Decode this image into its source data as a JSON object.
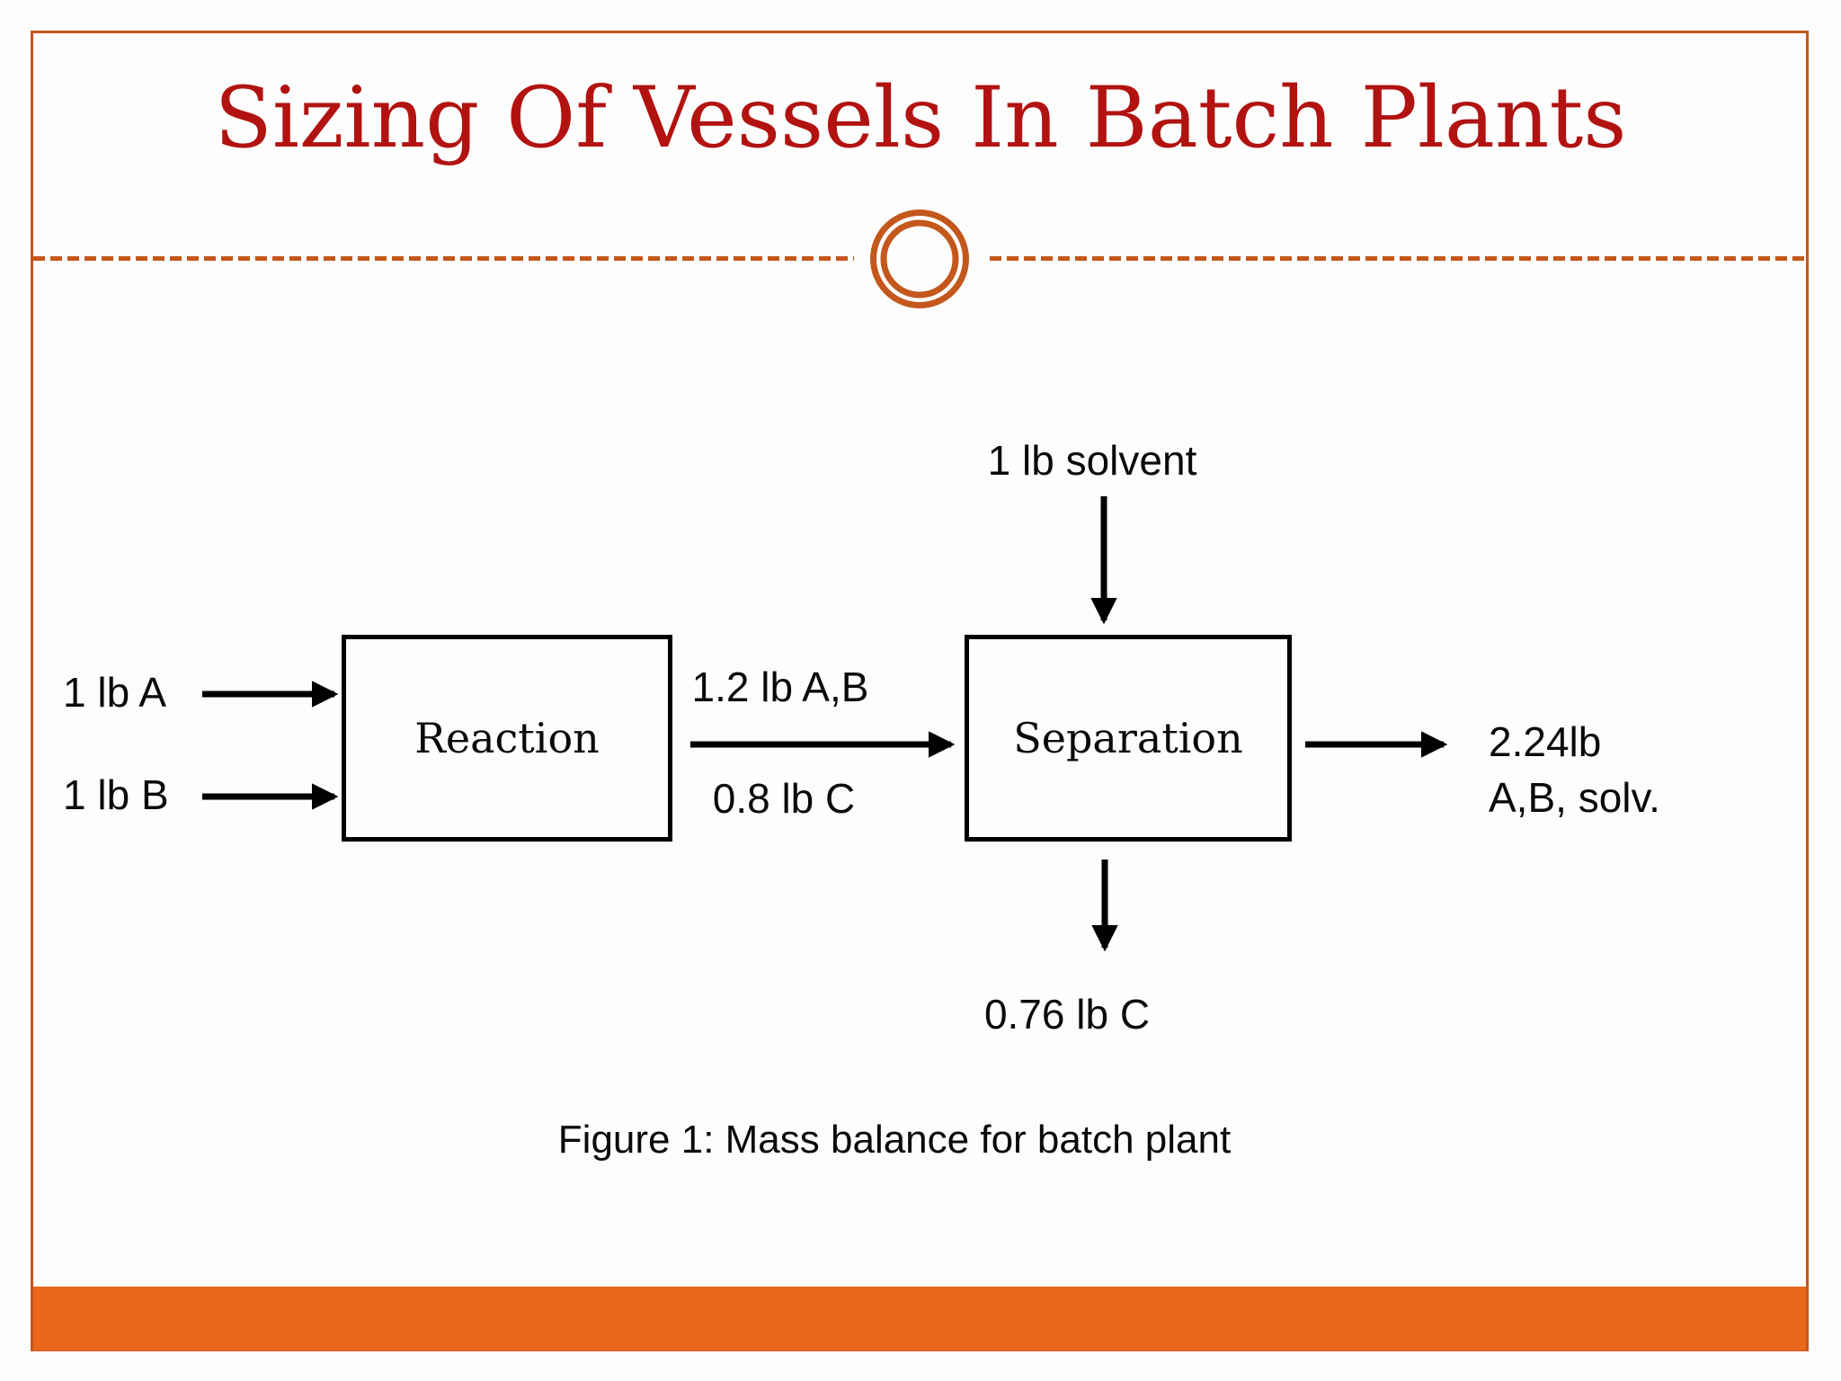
{
  "slide": {
    "title": "Sizing Of Vessels In Batch Plants",
    "figure_caption": "Figure 1: Mass balance for batch plant"
  },
  "colors": {
    "title_red": "#B21310",
    "accent_orange": "#C4571B",
    "footer_bar_orange": "#E9661B",
    "diagram_black": "#000000"
  },
  "diagram": {
    "reaction_box_label": "Reaction",
    "separation_box_label": "Separation",
    "input_a_label": "1 lb A",
    "input_b_label": "1 lb B",
    "solvent_label": "1 lb solvent",
    "intermediate_top_label": "1.2 lb A,B",
    "intermediate_bottom_label": "0.8 lb C",
    "output_right_line1": "2.24lb",
    "output_right_line2": "A,B, solv.",
    "output_bottom_label": "0.76 lb C"
  }
}
